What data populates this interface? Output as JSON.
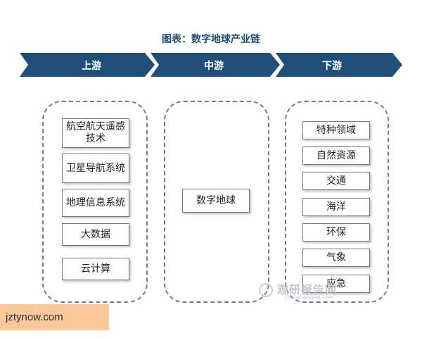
{
  "title": "图表：数字地球产业链",
  "stages": {
    "upstream": "上游",
    "midstream": "中游",
    "downstream": "下游"
  },
  "upstream_items": [
    "航空航天遥感技术",
    "卫星导航系统",
    "地理信息系统",
    "大数据",
    "云计算"
  ],
  "midstream_items": [
    "数字地球"
  ],
  "downstream_items": [
    "特种领域",
    "自然资源",
    "交通",
    "海洋",
    "环保",
    "气象",
    "应急"
  ],
  "watermark": {
    "text": "观研报告网",
    "sub": "chinabaogao.com"
  },
  "site_badge": "jztynow.com",
  "colors": {
    "chevron": "#1f4e79",
    "title": "#1f4e79",
    "border": "#6e7f8a"
  }
}
